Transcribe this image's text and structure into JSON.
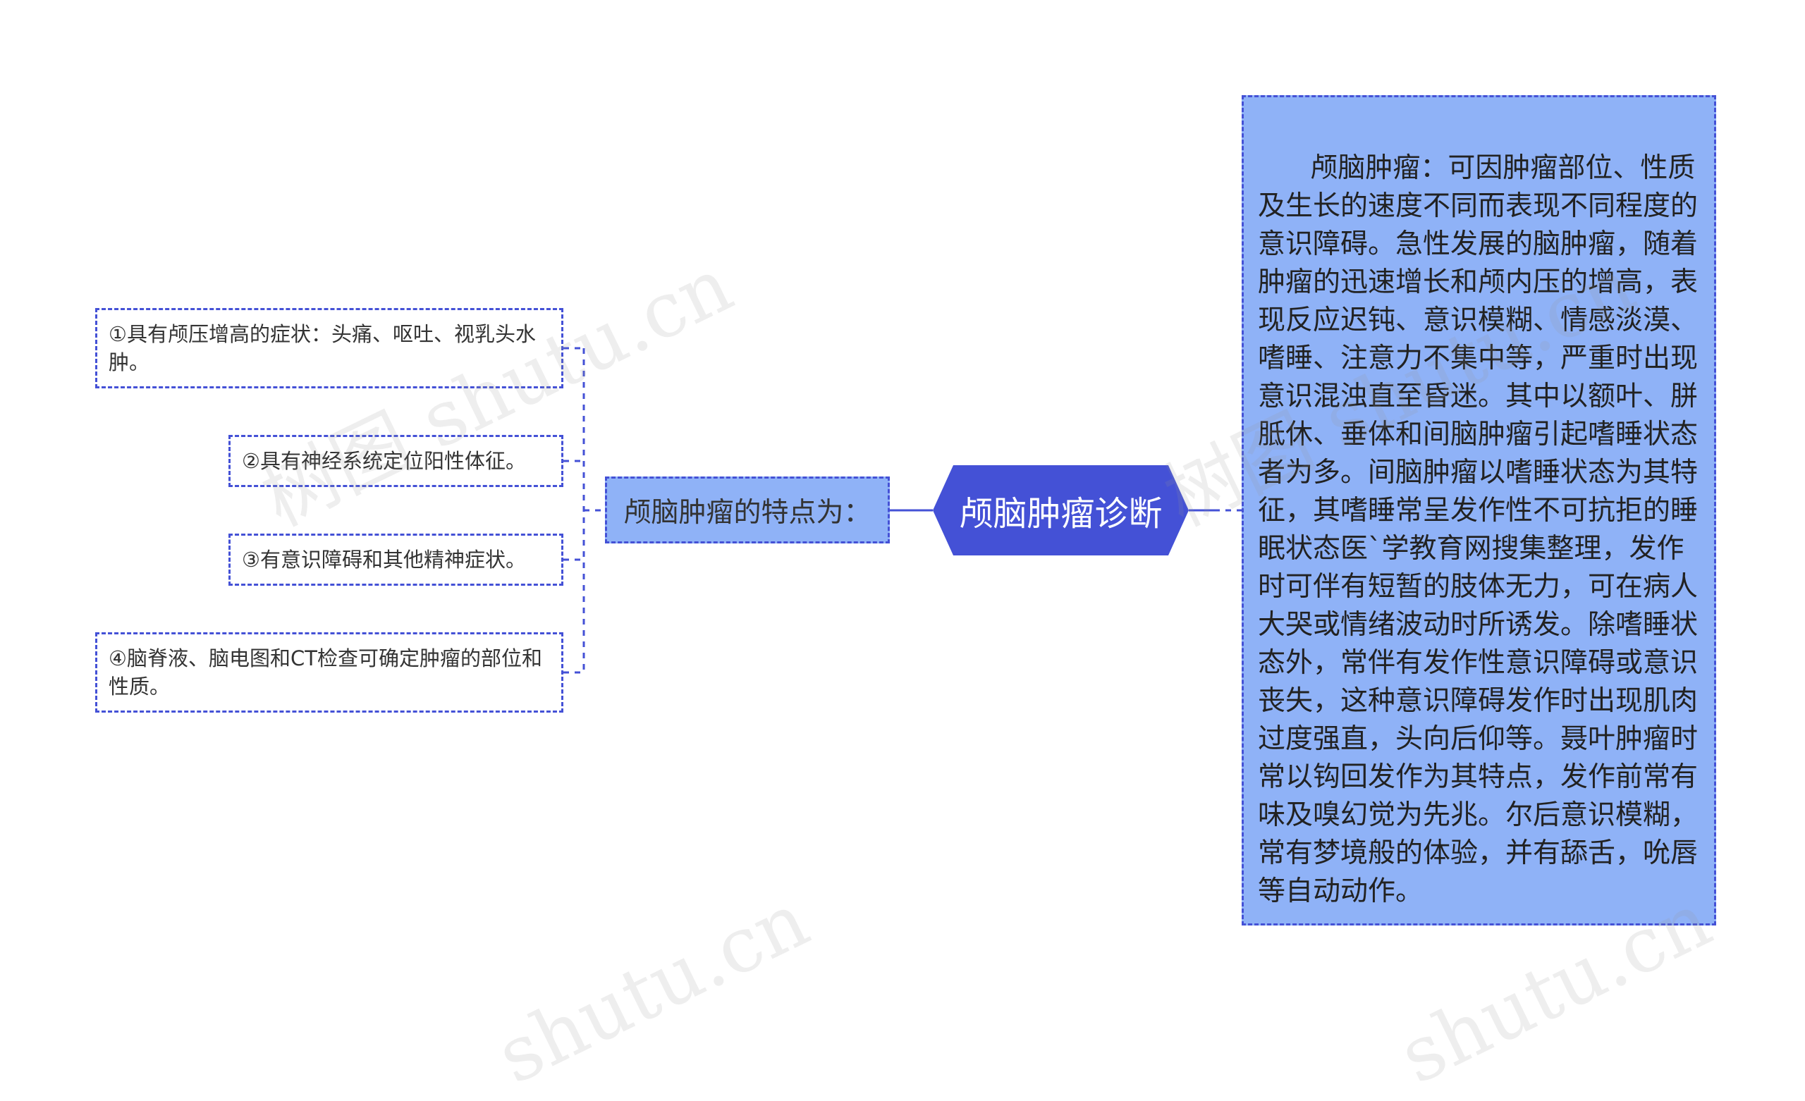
{
  "diagram": {
    "center": {
      "label": "颅脑肿瘤诊断"
    },
    "branch": {
      "label": "颅脑肿瘤的特点为："
    },
    "leaves": [
      {
        "label": "①具有颅压增高的症状：头痛、呕吐、视乳头水肿。"
      },
      {
        "label": "②具有神经系统定位阳性体征。"
      },
      {
        "label": "③有意识障碍和其他精神症状。"
      },
      {
        "label": "④脑脊液、脑电图和CT检查可确定肿瘤的部位和性质。"
      }
    ],
    "detail": {
      "text": "    颅脑肿瘤：可因肿瘤部位、性质及生长的速度不同而表现不同程度的意识障碍。急性发展的脑肿瘤，随着肿瘤的迅速增长和颅内压的增高，表现反应迟钝、意识模糊、情感淡漠、嗜睡、注意力不集中等，严重时出现意识混浊直至昏迷。其中以额叶、胼胝休、垂体和间脑肿瘤引起嗜睡状态者为多。间脑肿瘤以嗜睡状态为其特征，其嗜睡常呈发作性不可抗拒的睡眠状态医`学教育网搜集整理，发作时可伴有短暂的肢体无力，可在病人大哭或情绪波动时所诱发。除嗜睡状态外，常伴有发作性意识障碍或意识丧失，这种意识障碍发作时出现肌肉过度强直，头向后仰等。聂叶肿瘤时常以钩回发作为其特点，发作前常有味及嗅幻觉为先兆。尔后意识模糊，常有梦境般的体验，并有舔舌，吮唇等自动动作。"
    }
  },
  "watermarks": [
    "树图 shutu.cn",
    "树图 shutu.cn",
    "shutu.cn",
    "shutu.cn"
  ],
  "colors": {
    "center_fill": "#4451d6",
    "node_fill": "#8fb2f7",
    "line": "#4451d6"
  }
}
